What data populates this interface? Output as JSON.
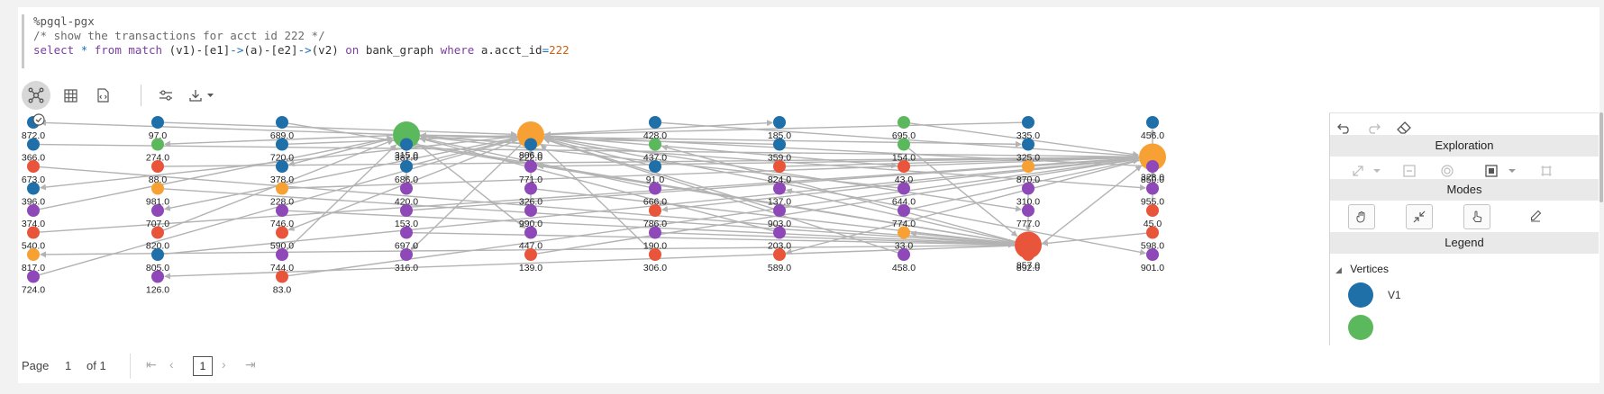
{
  "code": {
    "line1": "%pgql-pgx",
    "line2": "/* show the transactions for acct id 222 */",
    "line3": {
      "kw_select": "select",
      "star": "*",
      "kw_from": "from",
      "kw_match": "match",
      "pattern_a": "(v1)-[e1]",
      "arrow1": "->",
      "pattern_b": "(a)-[e2]",
      "arrow2": "->",
      "pattern_c": "(v2)",
      "kw_on": "on",
      "graph_name": "bank_graph",
      "kw_where": "where",
      "cond_field": "a.acct_id",
      "eq": "=",
      "cond_value": "222"
    }
  },
  "toolbar": {
    "graph_view_icon": "network-icon",
    "table_view_icon": "table-icon",
    "json_view_icon": "code-file-icon",
    "settings_icon": "sliders-icon",
    "download_icon": "download-icon"
  },
  "colors": {
    "blue": "#1f6fa8",
    "green": "#5cb85c",
    "orange": "#f7a134",
    "red": "#e8553a",
    "purple": "#8e48b8",
    "edge": "#b3b3b3"
  },
  "graph": {
    "columns": [
      {
        "nodes": [
          {
            "label": "872.0",
            "color": "blue",
            "big": false
          },
          {
            "label": "366.0",
            "color": "blue",
            "big": false
          },
          {
            "label": "673.0",
            "color": "red",
            "big": false
          },
          {
            "label": "396.0",
            "color": "blue",
            "big": false
          },
          {
            "label": "374.0",
            "color": "purple",
            "big": false
          },
          {
            "label": "540.0",
            "color": "red",
            "big": false
          },
          {
            "label": "817.0",
            "color": "orange",
            "big": false
          },
          {
            "label": "724.0",
            "color": "purple",
            "big": false
          }
        ]
      },
      {
        "nodes": [
          {
            "label": "97.0",
            "color": "blue",
            "big": false
          },
          {
            "label": "274.0",
            "color": "green",
            "big": false
          },
          {
            "label": "88.0",
            "color": "red",
            "big": false
          },
          {
            "label": "981.0",
            "color": "orange",
            "big": false
          },
          {
            "label": "707.0",
            "color": "purple",
            "big": false
          },
          {
            "label": "820.0",
            "color": "red",
            "big": false
          },
          {
            "label": "805.0",
            "color": "blue",
            "big": false
          },
          {
            "label": "126.0",
            "color": "purple",
            "big": false
          }
        ]
      },
      {
        "nodes": [
          {
            "label": "689.0",
            "color": "blue",
            "big": false
          },
          {
            "label": "720.0",
            "color": "blue",
            "big": false
          },
          {
            "label": "378.0",
            "color": "blue",
            "big": false
          },
          {
            "label": "228.0",
            "color": "orange",
            "big": false
          },
          {
            "label": "746.0",
            "color": "purple",
            "big": false
          },
          {
            "label": "590.0",
            "color": "red",
            "big": false
          },
          {
            "label": "744.0",
            "color": "purple",
            "big": false
          },
          {
            "label": "83.0",
            "color": "red",
            "big": false
          }
        ]
      },
      {
        "nodes": [
          {
            "label": "315.0",
            "color": "green",
            "big": true
          },
          {
            "label": "387.0",
            "color": "blue",
            "big": false
          },
          {
            "label": "686.0",
            "color": "blue",
            "big": false
          },
          {
            "label": "420.0",
            "color": "purple",
            "big": false
          },
          {
            "label": "153.0",
            "color": "purple",
            "big": false
          },
          {
            "label": "697.0",
            "color": "purple",
            "big": false
          },
          {
            "label": "316.0",
            "color": "purple",
            "big": false
          }
        ]
      },
      {
        "nodes": [
          {
            "label": "806.0",
            "color": "orange",
            "big": true
          },
          {
            "label": "222.0",
            "color": "blue",
            "big": false
          },
          {
            "label": "771.0",
            "color": "purple",
            "big": false
          },
          {
            "label": "326.0",
            "color": "purple",
            "big": false
          },
          {
            "label": "990.0",
            "color": "purple",
            "big": false
          },
          {
            "label": "447.0",
            "color": "purple",
            "big": false
          },
          {
            "label": "139.0",
            "color": "red",
            "big": false
          }
        ]
      },
      {
        "nodes": [
          {
            "label": "428.0",
            "color": "blue",
            "big": false
          },
          {
            "label": "437.0",
            "color": "green",
            "big": false
          },
          {
            "label": "91.0",
            "color": "blue",
            "big": false
          },
          {
            "label": "666.0",
            "color": "purple",
            "big": false
          },
          {
            "label": "786.0",
            "color": "red",
            "big": false
          },
          {
            "label": "190.0",
            "color": "purple",
            "big": false
          },
          {
            "label": "306.0",
            "color": "red",
            "big": false
          }
        ]
      },
      {
        "nodes": [
          {
            "label": "185.0",
            "color": "blue",
            "big": false
          },
          {
            "label": "359.0",
            "color": "blue",
            "big": false
          },
          {
            "label": "824.0",
            "color": "red",
            "big": false
          },
          {
            "label": "137.0",
            "color": "purple",
            "big": false
          },
          {
            "label": "903.0",
            "color": "purple",
            "big": false
          },
          {
            "label": "203.0",
            "color": "purple",
            "big": false
          },
          {
            "label": "589.0",
            "color": "red",
            "big": false
          }
        ]
      },
      {
        "nodes": [
          {
            "label": "695.0",
            "color": "green",
            "big": false
          },
          {
            "label": "154.0",
            "color": "green",
            "big": false
          },
          {
            "label": "43.0",
            "color": "red",
            "big": false
          },
          {
            "label": "644.0",
            "color": "purple",
            "big": false
          },
          {
            "label": "774.0",
            "color": "purple",
            "big": false
          },
          {
            "label": "33.0",
            "color": "orange",
            "big": false
          },
          {
            "label": "458.0",
            "color": "purple",
            "big": false
          }
        ]
      },
      {
        "nodes": [
          {
            "label": "335.0",
            "color": "blue",
            "big": false
          },
          {
            "label": "325.0",
            "color": "blue",
            "big": false
          },
          {
            "label": "870.0",
            "color": "orange",
            "big": false
          },
          {
            "label": "310.0",
            "color": "purple",
            "big": false
          },
          {
            "label": "777.0",
            "color": "purple",
            "big": false
          },
          {
            "label": "857.0",
            "color": "red",
            "big": true
          },
          {
            "label": "892.0",
            "color": "red",
            "big": false
          }
        ]
      },
      {
        "nodes": [
          {
            "label": "456.0",
            "color": "blue",
            "big": false
          },
          {
            "label": "328.0",
            "color": "orange",
            "big": true
          },
          {
            "label": "850.0",
            "color": "purple",
            "big": false
          },
          {
            "label": "955.0",
            "color": "purple",
            "big": false
          },
          {
            "label": "45.0",
            "color": "red",
            "big": false
          },
          {
            "label": "598.0",
            "color": "red",
            "big": false
          },
          {
            "label": "901.0",
            "color": "purple",
            "big": false
          }
        ]
      }
    ],
    "select_icon": "check-circle-icon"
  },
  "panel": {
    "undo_icon": "undo-icon",
    "redo_icon": "redo-icon",
    "eraser_icon": "eraser-icon",
    "exploration_title": "Exploration",
    "modes_title": "Modes",
    "legend_title": "Legend",
    "vertices_label": "Vertices",
    "legend_items": [
      {
        "label": "V1",
        "color": "#1f6fa8"
      }
    ]
  },
  "pager": {
    "page_label": "Page",
    "page_value": "1",
    "of_label": "of 1",
    "current": "1"
  }
}
